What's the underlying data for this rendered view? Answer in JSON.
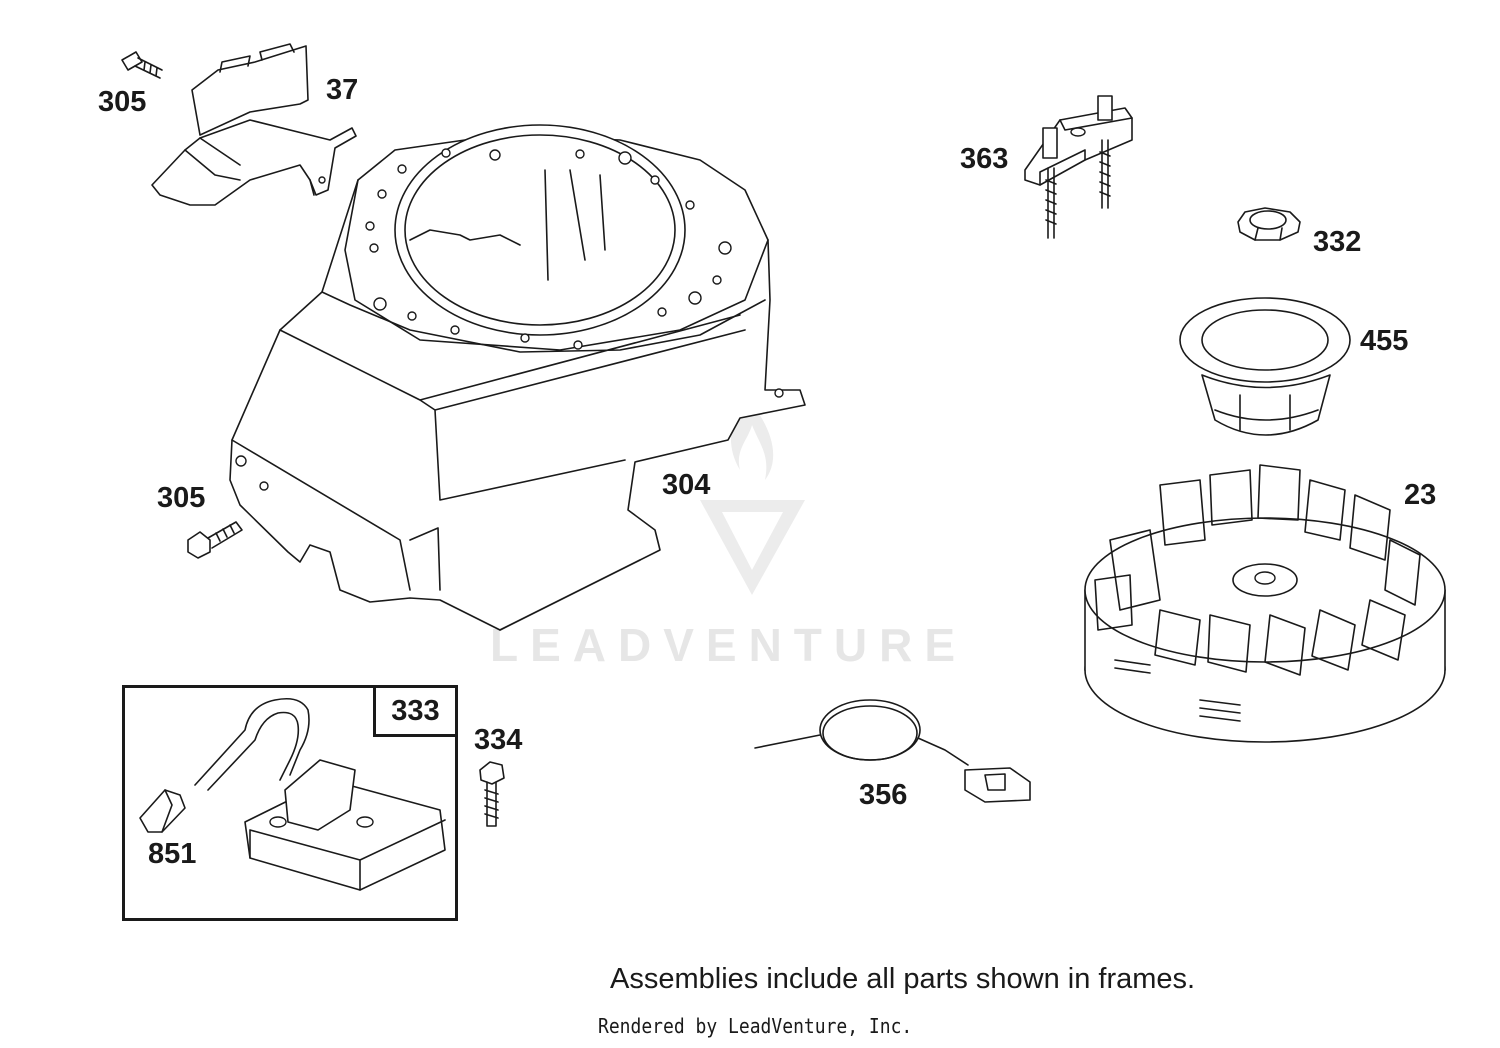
{
  "parts": [
    {
      "callout": "305"
    },
    {
      "callout": "37"
    },
    {
      "callout": "363"
    },
    {
      "callout": "332"
    },
    {
      "callout": "455"
    },
    {
      "callout": "23"
    },
    {
      "callout": "305"
    },
    {
      "callout": "304"
    },
    {
      "callout": "333"
    },
    {
      "callout": "334"
    },
    {
      "callout": "851"
    },
    {
      "callout": "356"
    }
  ],
  "frame": {
    "label": "333"
  },
  "footnote": "Assemblies include all parts shown in frames.",
  "credit": "Rendered by LeadVenture, Inc.",
  "watermark": "LEADVENTURE"
}
